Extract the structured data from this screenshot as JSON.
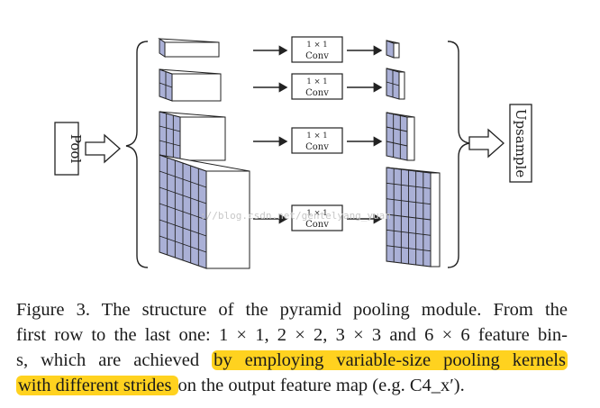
{
  "diagram": {
    "pool_label": "Pool",
    "upsample_label": "Upsample",
    "conv_blocks": [
      {
        "line1": "1 × 1",
        "line2": "Conv"
      },
      {
        "line1": "1 × 1",
        "line2": "Conv"
      },
      {
        "line1": "1 × 1",
        "line2": "Conv"
      },
      {
        "line1": "1 × 1",
        "line2": "Conv"
      }
    ],
    "watermark": "://blog.csdn.net/gentelyang_yuan",
    "colors": {
      "cube_side": "#aab0d6",
      "cube_front": "#ffffff",
      "line": "#222222",
      "highlight": "#ffd21f"
    }
  },
  "caption": {
    "line1": "Figure 3. The structure of the pyramid pooling module. From the",
    "line2": "first row to the last one: 1 × 1, 2 × 2, 3 × 3 and 6 × 6 feature bin-",
    "line3_pre": "s, which are achieved ",
    "line3_hl": "by employing variable-size pooling kernels",
    "line4_hl": "with different strides ",
    "line4_post": "on the output feature map (e.g. C4_x′)."
  }
}
